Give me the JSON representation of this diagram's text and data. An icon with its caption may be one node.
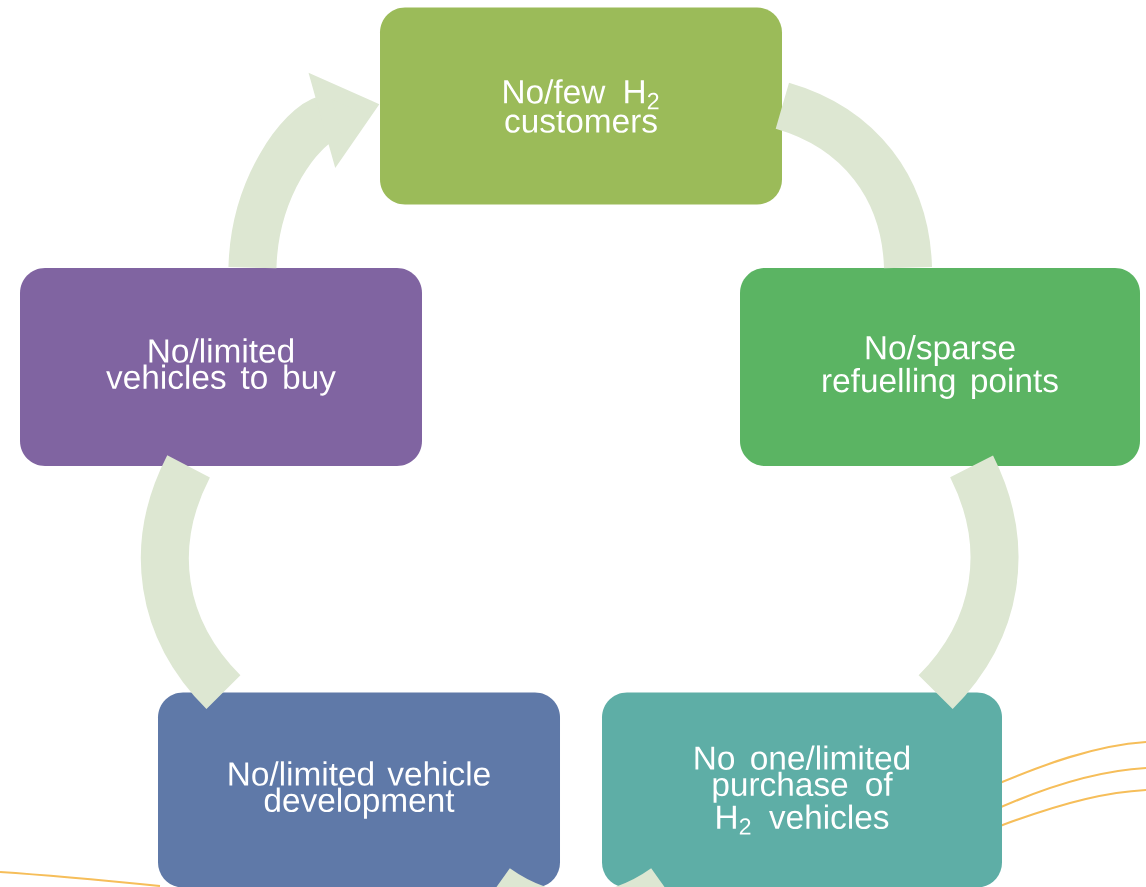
{
  "diagram": {
    "nodes": [
      {
        "text": [
          "No/few H$_{2}$ customers"
        ]
      },
      {
        "text": [
          "No/sparse refuelling points"
        ]
      },
      {
        "text": [
          "No one/limited purchase of H$_{2}$ vehicles"
        ]
      },
      {
        "text": [
          "No/limited vehicle development"
        ]
      },
      {
        "text": [
          "No/limited vehicles to buy"
        ]
      }
    ],
    "edges": [
      {
        "from": 0,
        "to": 1,
        "arrow": "none"
      },
      {
        "from": 1,
        "to": 2,
        "arrow": "none"
      },
      {
        "from": 2,
        "to": 3,
        "arrow": "none"
      },
      {
        "from": 3,
        "to": 4,
        "arrow": "none"
      },
      {
        "from": 4,
        "to": 0,
        "arrow": "to"
      }
    ]
  }
}
